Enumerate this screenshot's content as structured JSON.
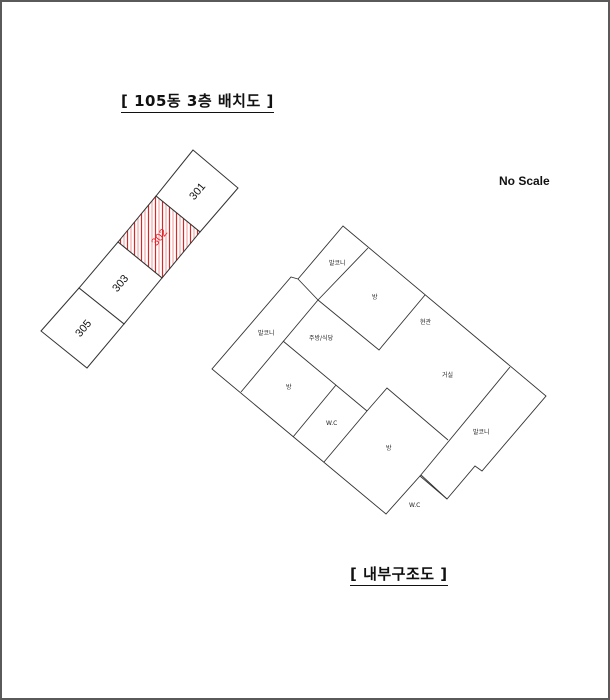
{
  "titles": {
    "dong_layout": "[ 105동 3층 배치도 ]",
    "internal_structure": "[ 내부구조도 ]",
    "scale_note": "No Scale"
  },
  "dong_layout": {
    "building": "105동",
    "floor": "3층",
    "highlight_color": "#e8202a",
    "units": [
      {
        "id": "301",
        "highlighted": false
      },
      {
        "id": "302",
        "highlighted": true
      },
      {
        "id": "303",
        "highlighted": false
      },
      {
        "id": "305",
        "highlighted": false
      }
    ]
  },
  "floor_plan": {
    "rooms": [
      {
        "key": "balcony_top",
        "label": "발코니"
      },
      {
        "key": "room_1",
        "label": "방"
      },
      {
        "key": "entrance",
        "label": "현관"
      },
      {
        "key": "balcony_left",
        "label": "발코니"
      },
      {
        "key": "kitchen_dining",
        "label": "주방/식당"
      },
      {
        "key": "living",
        "label": "거실"
      },
      {
        "key": "room_2",
        "label": "방"
      },
      {
        "key": "wc_1",
        "label": "W.C"
      },
      {
        "key": "room_3",
        "label": "방"
      },
      {
        "key": "balcony_right",
        "label": "발코니"
      },
      {
        "key": "wc_2",
        "label": "W.C"
      }
    ]
  }
}
